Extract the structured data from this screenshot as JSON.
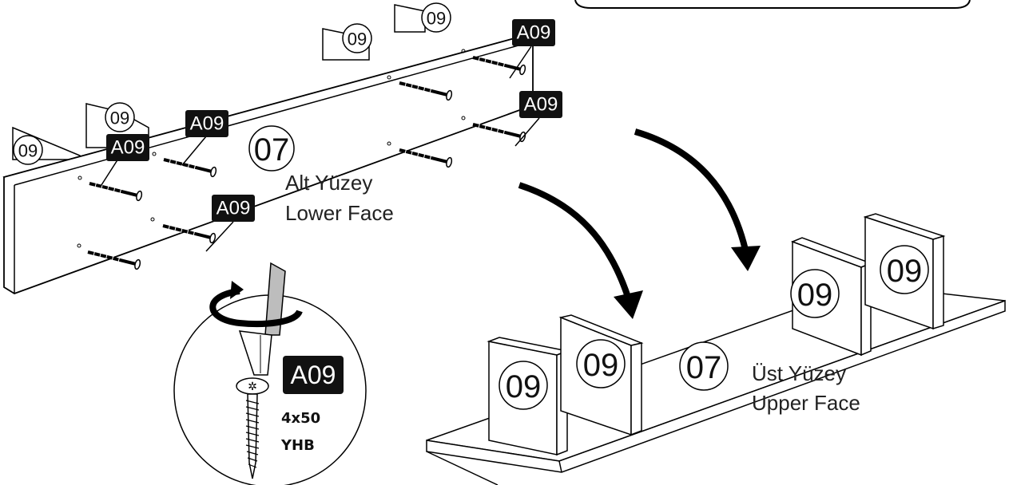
{
  "diagram": {
    "panel_part": "07",
    "divider_part": "09",
    "screw_tag": "A09",
    "left_face": {
      "tr": "Alt Yüzey",
      "en": "Lower Face"
    },
    "right_face": {
      "tr": "Üst Yüzey",
      "en": "Upper Face"
    },
    "detail": {
      "tag": "A09",
      "size": "4x50",
      "type": "YHB"
    }
  }
}
